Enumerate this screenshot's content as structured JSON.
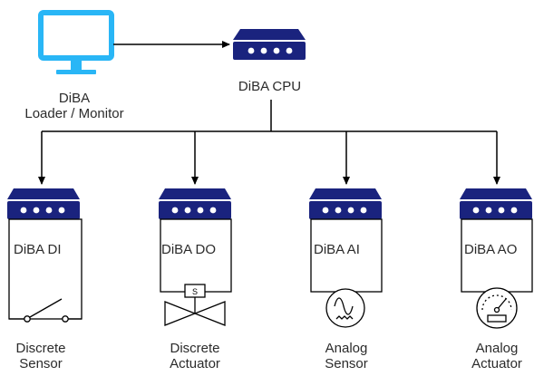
{
  "monitor": {
    "line1": "DiBA",
    "line2": "Loader / Monitor",
    "icon": "monitor-icon",
    "color": "#29b6f6"
  },
  "cpu": {
    "label": "DiBA CPU",
    "icon": "router-icon"
  },
  "modules": [
    {
      "label": "DiBA DI",
      "device": "switch-icon",
      "caption1": "Discrete",
      "caption2": "Sensor"
    },
    {
      "label": "DiBA DO",
      "device": "valve-icon",
      "caption1": "Discrete",
      "caption2": "Actuator"
    },
    {
      "label": "DiBA AI",
      "device": "sine-sensor-icon",
      "caption1": "Analog",
      "caption2": "Sensor"
    },
    {
      "label": "DiBA AO",
      "device": "gauge-icon",
      "caption1": "Analog",
      "caption2": "Actuator"
    }
  ],
  "valve_badge": "S",
  "colors": {
    "module": "#1a237e",
    "monitor": "#29b6f6",
    "line": "#000000"
  }
}
